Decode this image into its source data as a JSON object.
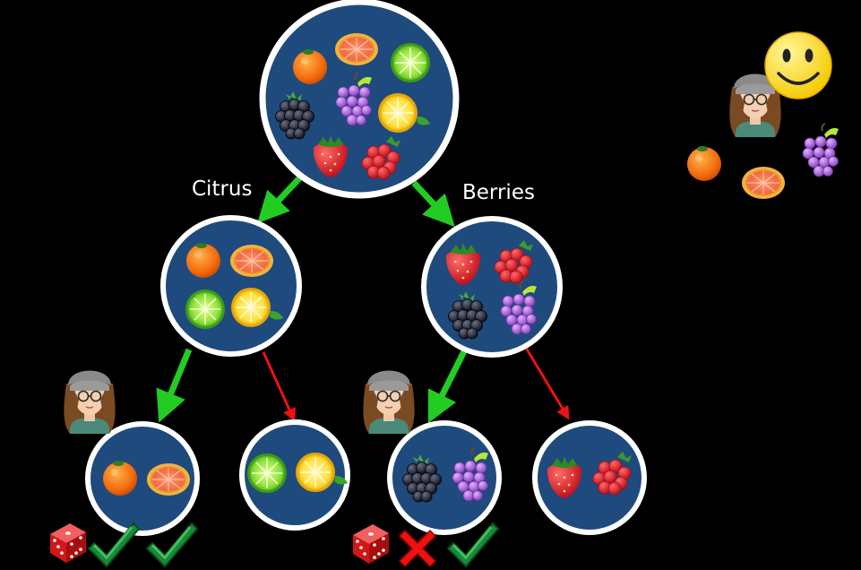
{
  "diagram": {
    "branch_labels": {
      "left": "Citrus",
      "right": "Berries"
    },
    "nodes": {
      "root": [
        "orange",
        "grapefruit",
        "lime",
        "blackberry",
        "grapes",
        "lemon",
        "strawberry",
        "raspberry"
      ],
      "citrus": [
        "orange",
        "grapefruit",
        "lime",
        "lemon"
      ],
      "berries": [
        "strawberry",
        "raspberry",
        "blackberry",
        "grapes"
      ],
      "leaf_1": [
        "orange",
        "grapefruit"
      ],
      "leaf_2": [
        "lime",
        "lemon"
      ],
      "leaf_3": [
        "blackberry",
        "grapes"
      ],
      "leaf_4": [
        "strawberry",
        "raspberry"
      ]
    },
    "persona_preferences": [
      "orange",
      "grapefruit",
      "grapes"
    ],
    "outcomes": {
      "leaf_1": [
        "dice-icon",
        "check-icon",
        "check-icon"
      ],
      "leaf_3": [
        "dice-icon",
        "cross-icon",
        "check-icon"
      ]
    },
    "colors": {
      "node_fill": "#1f4a7e",
      "node_border": "#ffffff",
      "arrow_chosen": "#22cc22",
      "arrow_rejected": "#ee1111",
      "background": "#000000"
    }
  }
}
